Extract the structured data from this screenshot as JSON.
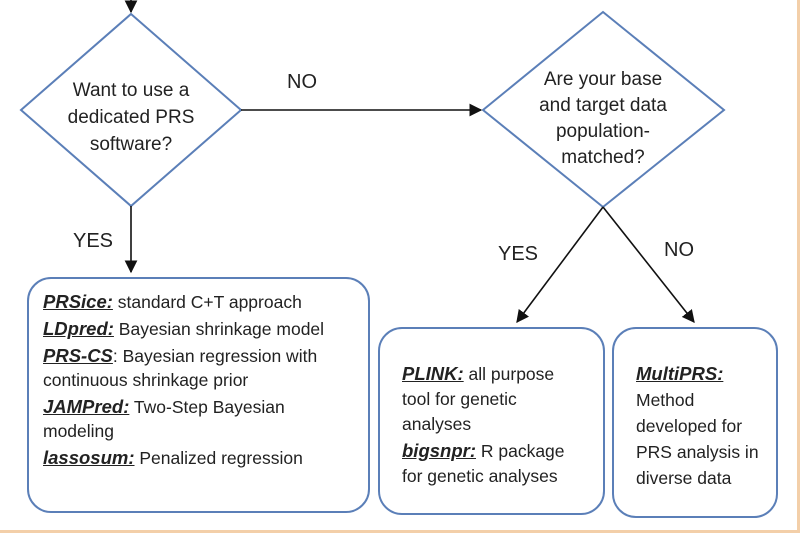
{
  "decision1": {
    "lines": [
      "Want to use a",
      "dedicated PRS",
      "software?"
    ]
  },
  "decision2": {
    "lines": [
      "Are your base",
      "and target data",
      "population-",
      "matched?"
    ]
  },
  "labels": {
    "no_top": "NO",
    "yes_left": "YES",
    "yes_mid": "YES",
    "no_right": "NO"
  },
  "box_software": {
    "items": [
      {
        "name": "PRSice:",
        "desc": " standard C+T approach"
      },
      {
        "name": "LDpred:",
        "desc": " Bayesian shrinkage model"
      },
      {
        "name": "PRS-CS",
        "desc": ": Bayesian regression with continuous shrinkage prior"
      },
      {
        "name": "JAMPred:",
        "desc": " Two-Step Bayesian modeling"
      },
      {
        "name": "lassosum:",
        "desc": " Penalized regression"
      }
    ]
  },
  "box_matched": {
    "items": [
      {
        "name": "PLINK:",
        "desc": " all purpose tool for genetic analyses"
      },
      {
        "name": "bigsnpr:",
        "desc": " R package for genetic analyses"
      }
    ]
  },
  "box_diverse": {
    "title": "MultiPRS:",
    "desc": "Method developed for PRS analysis in diverse data"
  }
}
